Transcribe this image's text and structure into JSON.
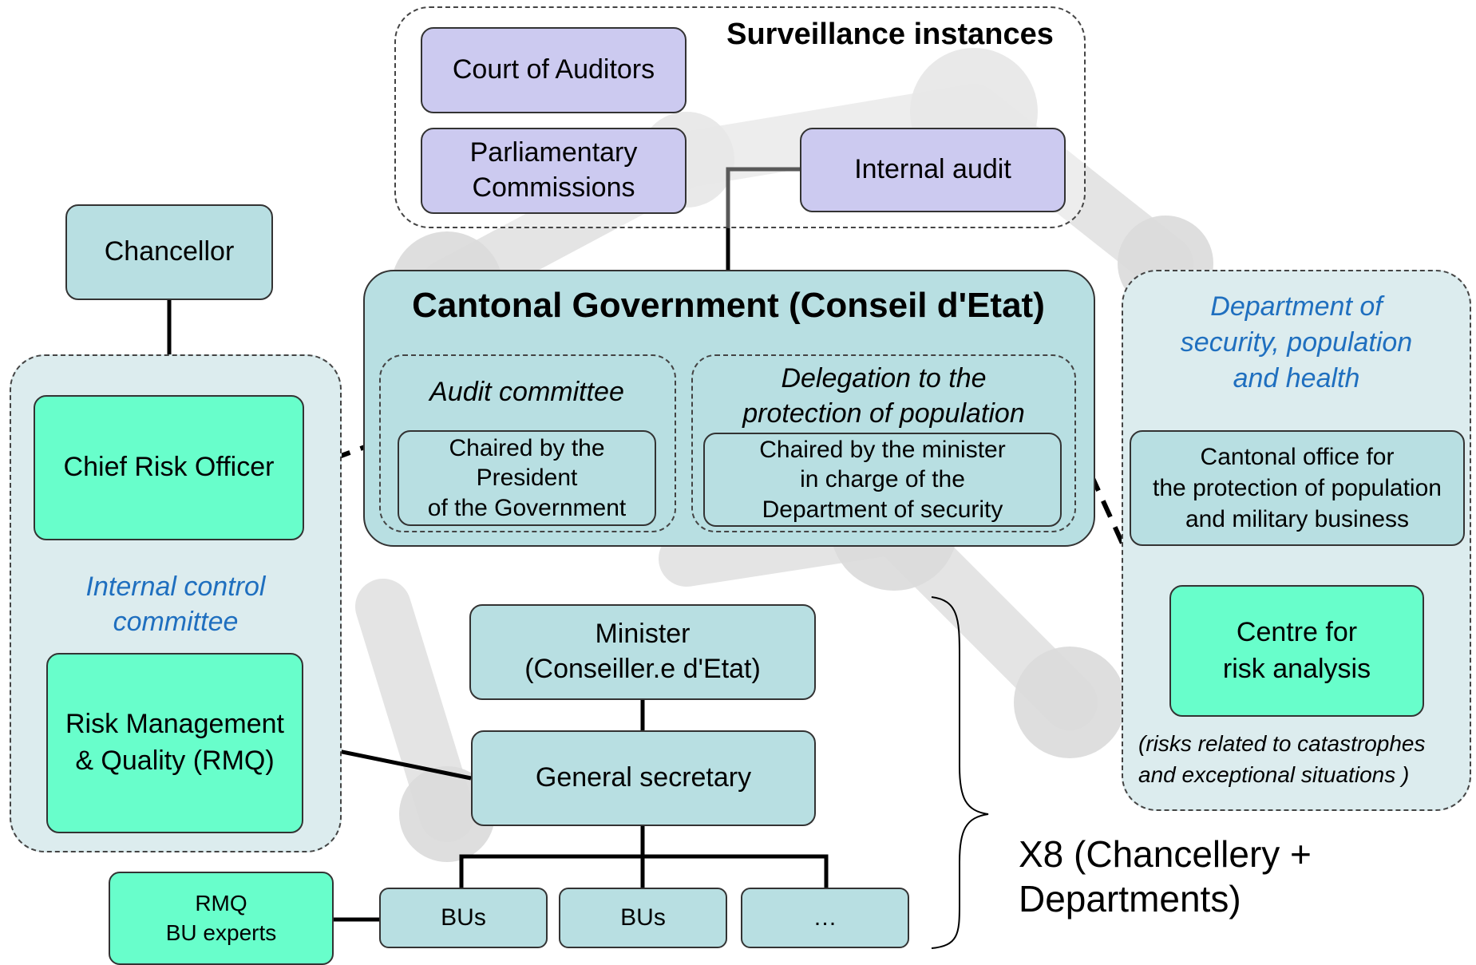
{
  "surveillance": {
    "title": "Surveillance instances",
    "court": "Court of Auditors",
    "parliamentary": "Parliamentary\nCommissions",
    "internal_audit": "Internal audit"
  },
  "government": {
    "title": "Cantonal Government (Conseil d'Etat)",
    "audit_committee": {
      "title": "Audit committee",
      "chair": "Chaired by the\nPresident\nof the Government"
    },
    "delegation": {
      "title": "Delegation to the\nprotection of population",
      "chair": "Chaired by the minister\nin charge of the\nDepartment of security"
    }
  },
  "left": {
    "chancellor": "Chancellor",
    "cro": "Chief Risk Officer",
    "icc": "Internal control\ncommittee",
    "rmq": "Risk Management\n& Quality (RMQ)",
    "bu_experts": "RMQ\nBU experts"
  },
  "department_structure": {
    "minister": "Minister\n(Conseiller.e d'Etat)",
    "secretary": "General secretary",
    "bu1": "BUs",
    "bu2": "BUs",
    "bu3": "…",
    "multiplier": "X8 (Chancellery +\nDepartments)"
  },
  "security_dept": {
    "title": "Department of\nsecurity, population\nand health",
    "office": "Cantonal office for\nthe protection of population\nand military business",
    "centre": "Centre for\nrisk analysis",
    "note": "(risks related to catastrophes\nand exceptional situations )"
  },
  "colors": {
    "lavender": "#cccaf0",
    "teal": "#b8dfe2",
    "mint": "#68fecb",
    "group_fill": "#dcecee",
    "accent_blue": "#1f6fbf"
  }
}
